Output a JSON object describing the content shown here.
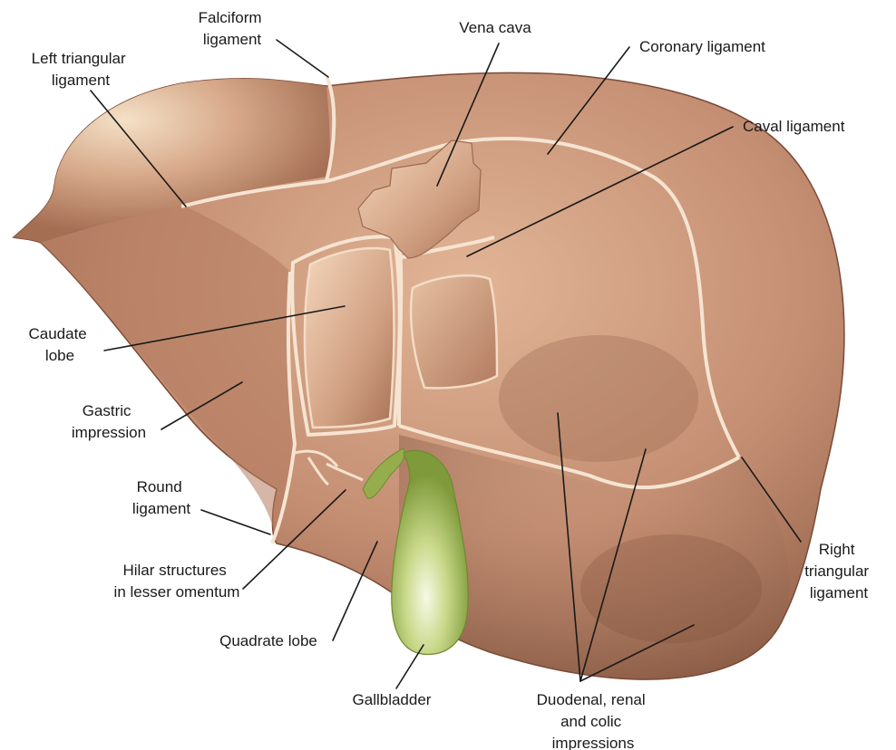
{
  "labels": {
    "falciform": [
      "Falciform",
      "ligament"
    ],
    "vena_cava": [
      "Vena cava"
    ],
    "coronary": [
      "Coronary ligament"
    ],
    "left_triangular": [
      "Left triangular",
      "ligament"
    ],
    "caval": [
      "Caval ligament"
    ],
    "caudate": [
      "Caudate",
      "lobe"
    ],
    "gastric": [
      "Gastric",
      "impression"
    ],
    "round": [
      "Round",
      "ligament"
    ],
    "hilar": [
      "Hilar structures",
      "in lesser omentum"
    ],
    "quadrate": [
      "Quadrate lobe"
    ],
    "gallbladder": [
      "Gallbladder"
    ],
    "duodenal": [
      "Duodenal, renal",
      "and colic",
      "impressions"
    ],
    "right_triangular": [
      "Right",
      "triangular",
      "ligament"
    ]
  },
  "colors": {
    "liver_light": "#ecc8a8",
    "liver_mid": "#c9977a",
    "liver_dark": "#8a5a42",
    "ligament": "#f6e4d2",
    "gallbladder_light": "#e8f0c0",
    "gallbladder_dark": "#7f9a3a",
    "leader": "#1a1a1a"
  }
}
